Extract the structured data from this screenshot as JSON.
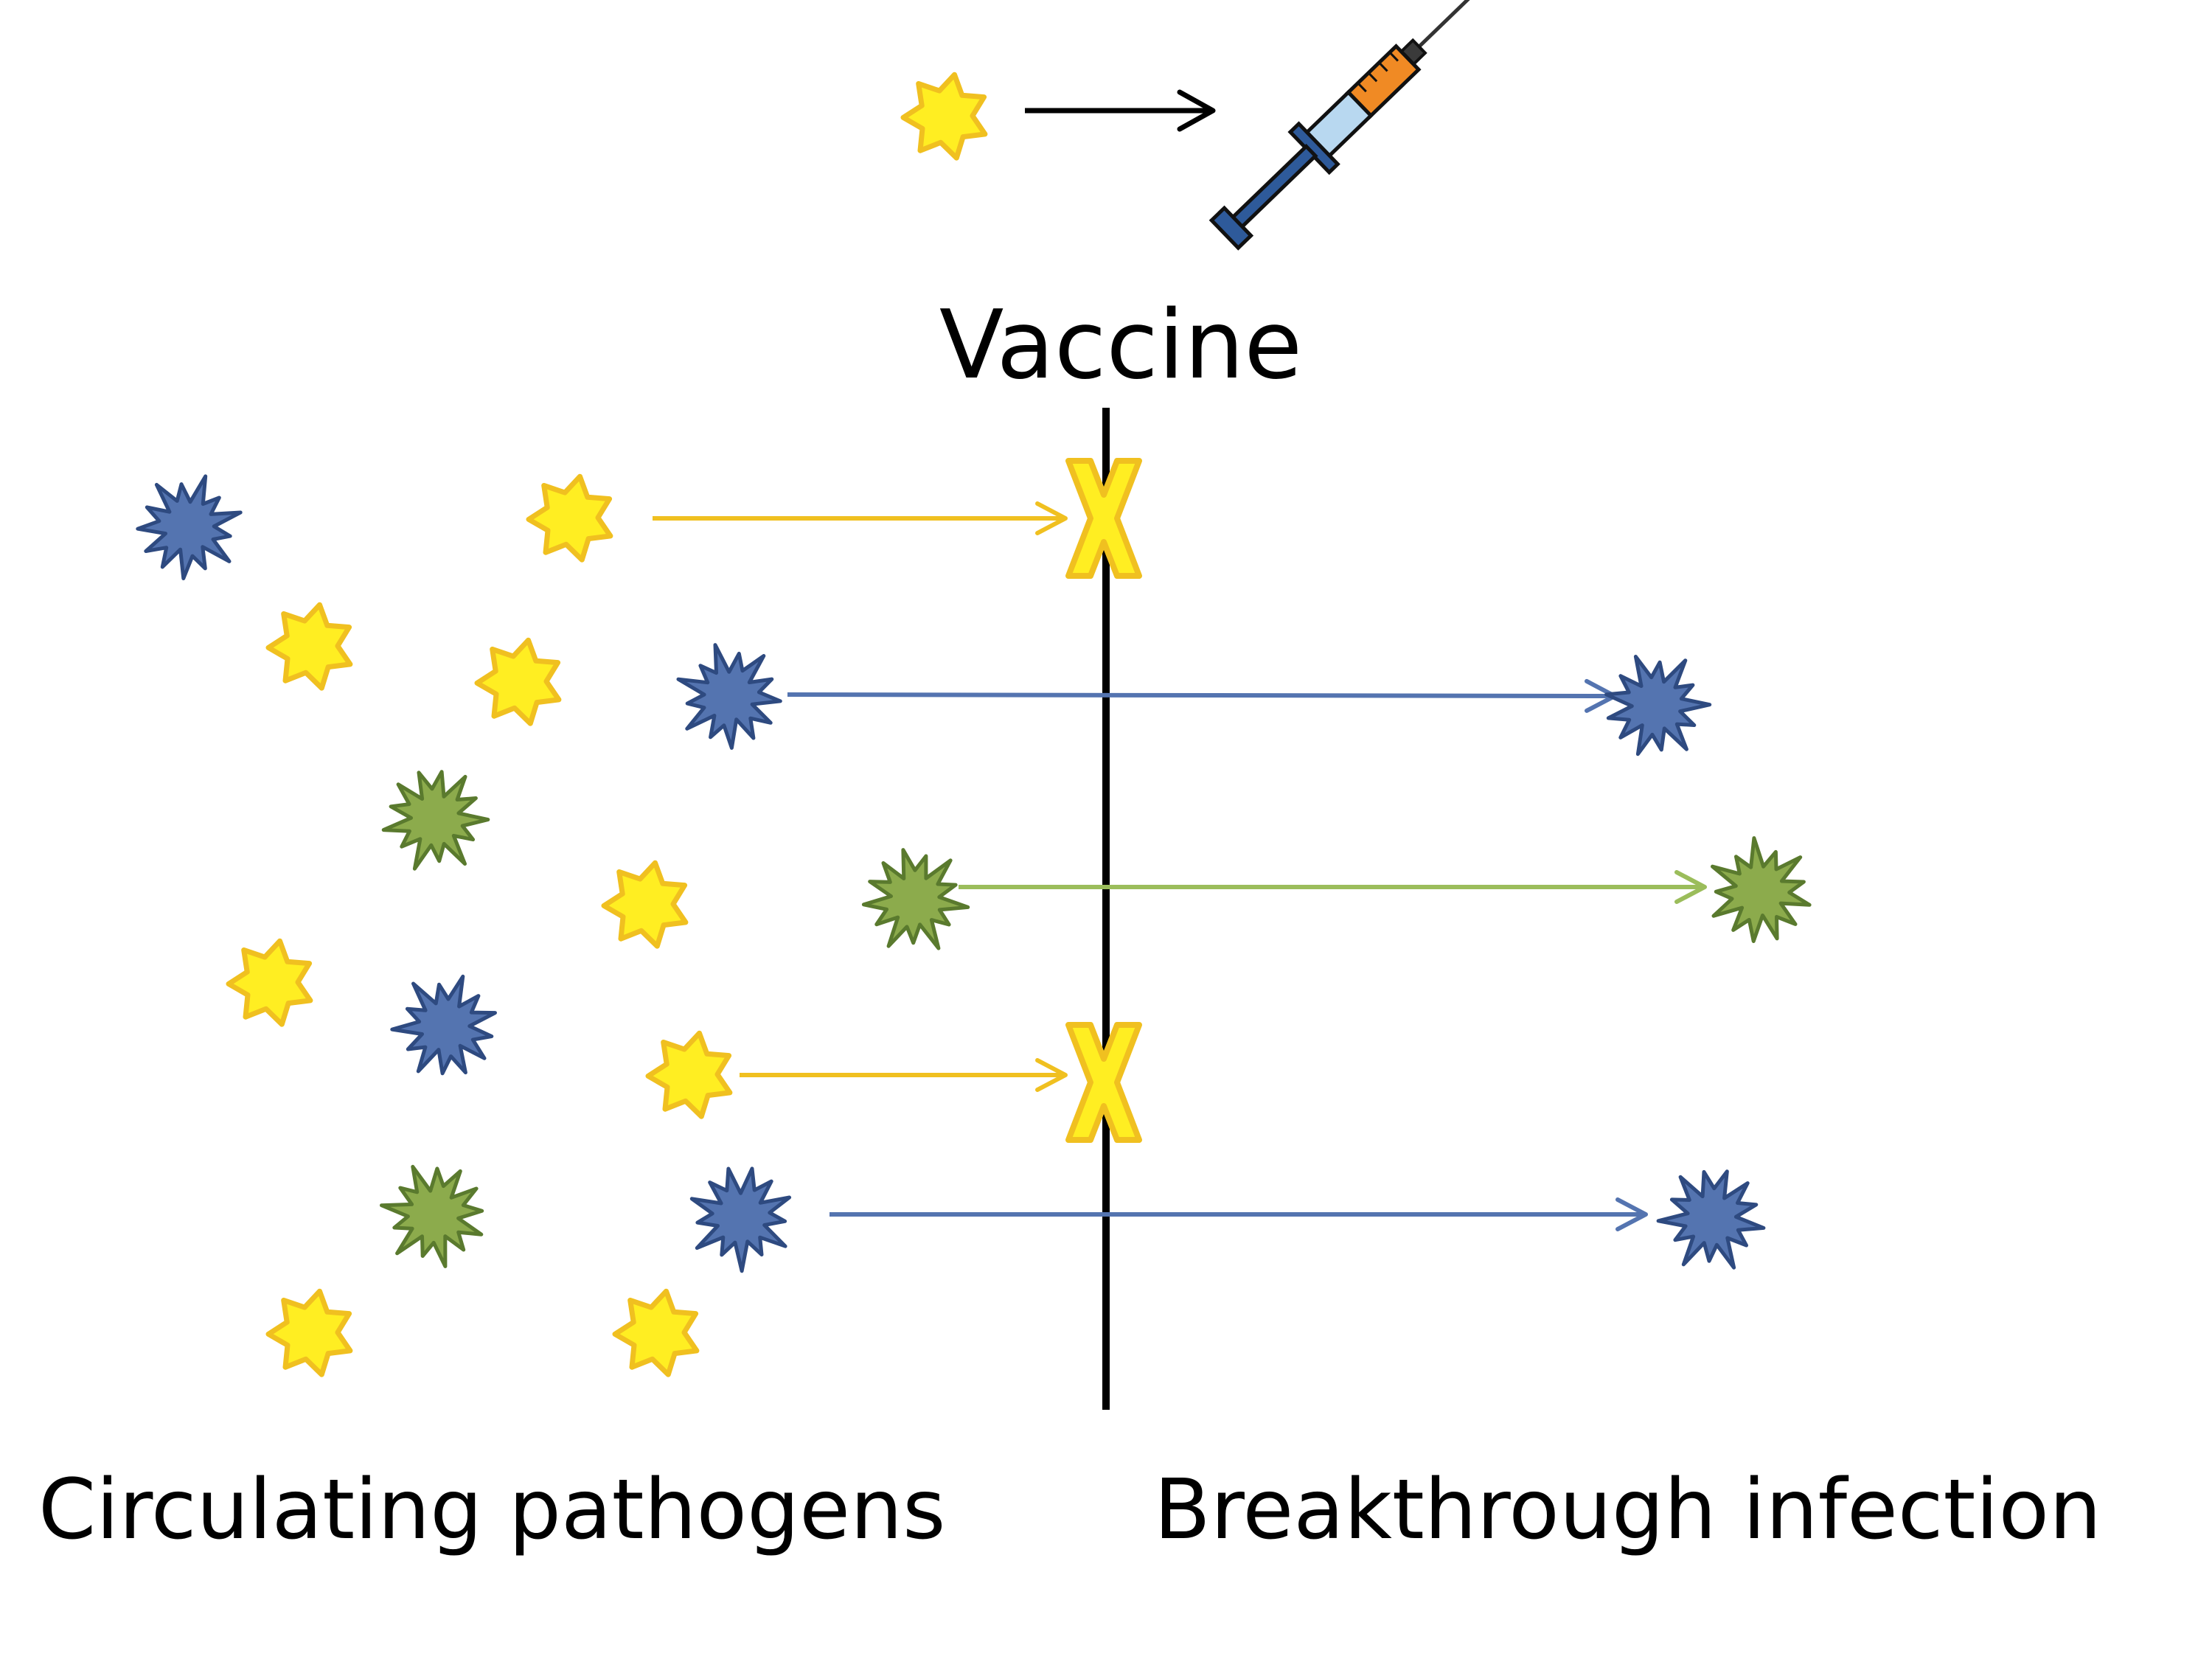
{
  "labels": {
    "vaccine": "Vaccine",
    "circulating": "Circulating pathogens",
    "breakthrough": "Breakthrough infection"
  },
  "colors": {
    "yellow_fill": "#ffee22",
    "yellow_stroke": "#f0c020",
    "blue_fill": "#5474b0",
    "blue_stroke": "#2e4a80",
    "green_fill": "#8cab4c",
    "green_stroke": "#5a7a2e",
    "yellow_arrow": "#f0c020",
    "blue_arrow": "#5474b0",
    "green_arrow": "#9bbd5b",
    "barrier": "#000000"
  },
  "icons": {
    "vaccine_strain": "yellow-star-icon",
    "syringe": "syringe-icon",
    "blocked": "yellow-x-icon",
    "pathogen_a": "blue-burst-icon",
    "pathogen_b": "green-burst-icon"
  }
}
